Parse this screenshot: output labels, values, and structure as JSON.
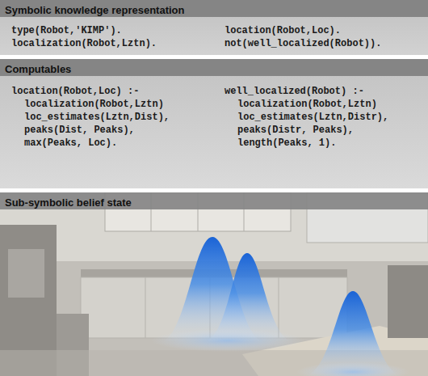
{
  "diagram": {
    "nodes": [
      {
        "text": [
          "Symbolic knowledge representation",
          "type(Robot,'KIMP').",
          "localization(Robot,Lztn).",
          "location(Robot,Loc).",
          "not(well_localized(Robot))."
        ]
      },
      {
        "text": [
          "Computables",
          "location(Robot,Loc) :-",
          "localization(Robot,Lztn)",
          "loc_estimates(Lztn,Dist),",
          "peaks(Dist, Peaks),",
          "max(Peaks, Loc).",
          "well_localized(Robot) :-",
          "localization(Robot,Lztn)",
          "loc_estimates(Lztn,Distr),",
          "peaks(Distr, Peaks),",
          "length(Peaks, 1)."
        ]
      },
      {
        "text": [
          "Sub-symbolic belief state"
        ]
      }
    ],
    "edges": []
  }
}
